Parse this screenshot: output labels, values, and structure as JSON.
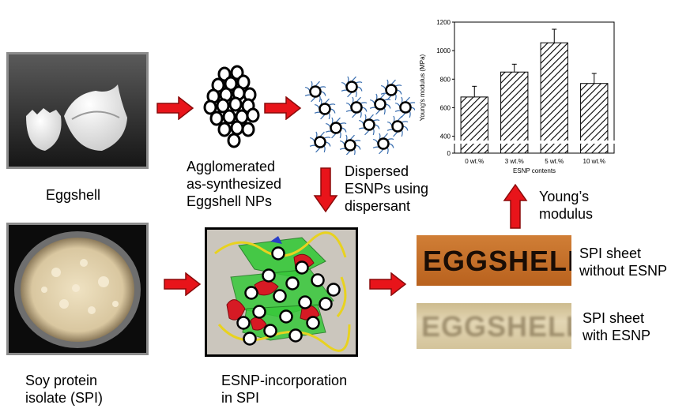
{
  "labels": {
    "eggshell": "Eggshell",
    "agglomerated": [
      "Agglomerated",
      "as-synthesized",
      "Eggshell NPs"
    ],
    "dispersed": [
      "Dispersed",
      "ESNPs using",
      "dispersant"
    ],
    "soy": [
      "Soy protein",
      "isolate (SPI)"
    ],
    "incorporation": [
      "ESNP-incorporation",
      "in SPI"
    ],
    "youngs": [
      "Young’s",
      "modulus"
    ],
    "sheet_without": [
      "SPI sheet",
      "without ESNP"
    ],
    "sheet_with": [
      "SPI sheet",
      "with ESNP"
    ],
    "sheet_text": "EGGSHELL"
  },
  "chart_data": {
    "type": "bar",
    "categories": [
      "0 wt.%",
      "3 wt.%",
      "5 wt.%",
      "10 wt.%"
    ],
    "values": [
      675,
      850,
      1055,
      770
    ],
    "errors": [
      75,
      55,
      95,
      70
    ],
    "xlabel": "ESNP contents",
    "ylabel": "Young's modulus (MPa)",
    "yticks": [
      0,
      400,
      600,
      800,
      1000,
      1200
    ],
    "ylim": [
      0,
      1200
    ],
    "axis_break": [
      30,
      370
    ],
    "bar_fill": "diagonal hatch",
    "grid": false
  },
  "colors": {
    "arrow": "#e8141a",
    "arrow_stroke": "#8a0a0a",
    "sphere_fill": "#ffffff",
    "tail": "#3b6fb0",
    "protein_green": "#37c93a",
    "protein_red": "#d61a24",
    "protein_yellow": "#e8d21f",
    "sheet_orange": "#c9742a",
    "sheet_beige": "#d8c8a0"
  }
}
